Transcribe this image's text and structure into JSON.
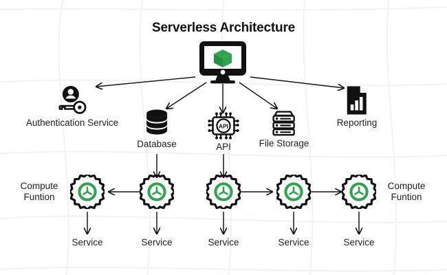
{
  "diagram": {
    "title": "Serverless Architecture",
    "colors": {
      "green": "#2ea44f",
      "green_dark": "#23903f",
      "ink": "#111111",
      "text": "#1d1d1d",
      "grid": "#f4f4f4",
      "background": "#ffffff"
    },
    "hub": {
      "name": "monitor-cube",
      "icon": "monitor-icon",
      "inner_icon": "cube-icon"
    },
    "tier1": [
      {
        "id": "auth",
        "icon": "user-key-icon",
        "label": "Authentication Service"
      },
      {
        "id": "database",
        "icon": "database-icon",
        "label": "Database"
      },
      {
        "id": "api",
        "icon": "api-chip-icon",
        "label": "API",
        "chip_text": "API"
      },
      {
        "id": "file-storage",
        "icon": "server-rack-icon",
        "label": "File Storage"
      },
      {
        "id": "reporting",
        "icon": "report-chart-icon",
        "label": "Reporting"
      }
    ],
    "compute": {
      "left_label": "Compute\nFuntion",
      "left_label_line1": "Compute",
      "left_label_line2": "Funtion",
      "right_label_line1": "Compute",
      "right_label_line2": "Funtion",
      "gears": [
        {
          "id": "gear-1",
          "icon": "gear-icon"
        },
        {
          "id": "gear-2",
          "icon": "gear-icon"
        },
        {
          "id": "gear-3",
          "icon": "gear-icon"
        },
        {
          "id": "gear-4",
          "icon": "gear-icon"
        },
        {
          "id": "gear-5",
          "icon": "gear-icon"
        }
      ]
    },
    "services": [
      {
        "id": "service-1",
        "label": "Service"
      },
      {
        "id": "service-2",
        "label": "Service"
      },
      {
        "id": "service-3",
        "label": "Service"
      },
      {
        "id": "service-4",
        "label": "Service"
      },
      {
        "id": "service-5",
        "label": "Service"
      }
    ]
  }
}
